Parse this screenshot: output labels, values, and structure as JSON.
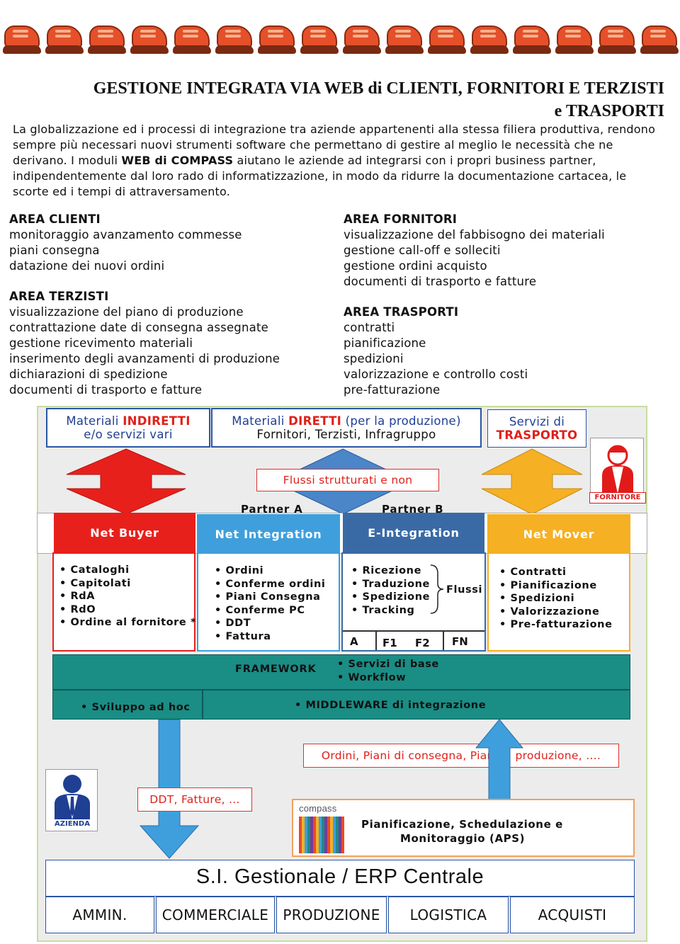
{
  "title": {
    "line1": "GESTIONE INTEGRATA VIA WEB di CLIENTI, FORNITORI E TERZISTI",
    "line2": "e TRASPORTI"
  },
  "intro": {
    "part1": "La globalizzazione ed i processi di integrazione tra aziende appartenenti alla stessa filiera produttiva, rendono sempre più necessari nuovi strumenti software che permettano di gestire al meglio le necessità che ne derivano. I moduli ",
    "bold": "WEB di COMPASS",
    "part2": " aiutano le aziende ad integrarsi con i propri business partner, indipendentemente dal loro rado di informatizzazione, in modo da ridurre la documentazione cartacea, le scorte ed i tempi di attraversamento."
  },
  "areas": {
    "clienti": {
      "heading": "AREA CLIENTI",
      "items": [
        "monitoraggio avanzamento commesse",
        "piani consegna",
        "datazione dei nuovi ordini"
      ]
    },
    "terzisti": {
      "heading": "AREA TERZISTI",
      "items": [
        "visualizzazione del piano di produzione",
        "contrattazione date di consegna assegnate",
        "gestione ricevimento materiali",
        "inserimento degli avanzamenti di produzione",
        "dichiarazioni di spedizione",
        "documenti di trasporto e fatture"
      ]
    },
    "fornitori": {
      "heading": "AREA FORNITORI",
      "items": [
        "visualizzazione del fabbisogno dei materiali",
        "gestione call-off e solleciti",
        "gestione ordini acquisto",
        "documenti di trasporto e fatture"
      ]
    },
    "trasporti": {
      "heading": "AREA TRASPORTI",
      "items": [
        "contratti",
        "pianificazione",
        "spedizioni",
        "valorizzazione e controllo costi",
        "pre-fatturazione"
      ]
    }
  },
  "diagram": {
    "top_boxes": {
      "indiretti": {
        "prefix": "Materiali ",
        "highlight": "INDIRETTI",
        "line2": "e/o servizi vari"
      },
      "diretti": {
        "prefix": "Materiali ",
        "highlight": "DIRETTI",
        "suffix": " (per la produzione)",
        "line2": "Fornitori, Terzisti, Infragruppo"
      },
      "trasporto": {
        "line1": "Servizi di",
        "highlight": "TRASPORTO"
      }
    },
    "flussi_label": "Flussi strutturati e non",
    "partner_a": "Partner A",
    "partner_b": "Partner B",
    "fornitore_label": "FORNITORE",
    "modules": [
      {
        "name": "Net Buyer",
        "color": "#e8201c",
        "items": [
          "Cataloghi",
          "Capitolati",
          "RdA",
          "RdO",
          "Ordine al fornitore *"
        ]
      },
      {
        "name": "Net Integration",
        "color": "#3f9fdc",
        "items": [
          "Ordini",
          "Conferme ordini",
          "Piani Consegna",
          "Conferme PC",
          "DDT",
          "Fattura"
        ]
      },
      {
        "name": "E-Integration",
        "color": "#3a6aa6",
        "items": [
          "Ricezione",
          "Traduzione",
          "Spedizione",
          "Tracking"
        ]
      },
      {
        "name": "Net Mover",
        "color": "#f5b024",
        "items": [
          "Contratti",
          "Pianificazione",
          "Spedizioni",
          "Valorizzazione",
          "Pre-fatturazione"
        ]
      }
    ],
    "flussi_brace": "Flussi",
    "partner_codes": [
      "A",
      "F1",
      "F2",
      "FN"
    ],
    "framework": {
      "label": "FRAMEWORK",
      "items": [
        "Servizi di base",
        "Workflow"
      ]
    },
    "sviluppo": "Sviluppo ad hoc",
    "middleware": "MIDDLEWARE di integrazione",
    "ordini_piani": "Ordini, Piani di consegna, Piani di produzione, ....",
    "ddt_fatture": "DDT, Fatture, ...",
    "azienda_label": "AZIENDA",
    "compass_logo": "compass",
    "aps_line1": "Pianificazione, Schedulazione e",
    "aps_line2": "Monitoraggio (APS)",
    "erp_title": "S.I. Gestionale / ERP Centrale",
    "erp_modules": [
      "AMMIN.",
      "COMMERCIALE",
      "PRODUZIONE",
      "LOGISTICA",
      "ACQUISTI"
    ]
  },
  "colors": {
    "red": "#e8201c",
    "blue_light": "#3f9fdc",
    "blue_dark": "#3a6aa6",
    "orange": "#f5b024",
    "teal": "#1a8d85",
    "navy": "#1f3f93"
  }
}
